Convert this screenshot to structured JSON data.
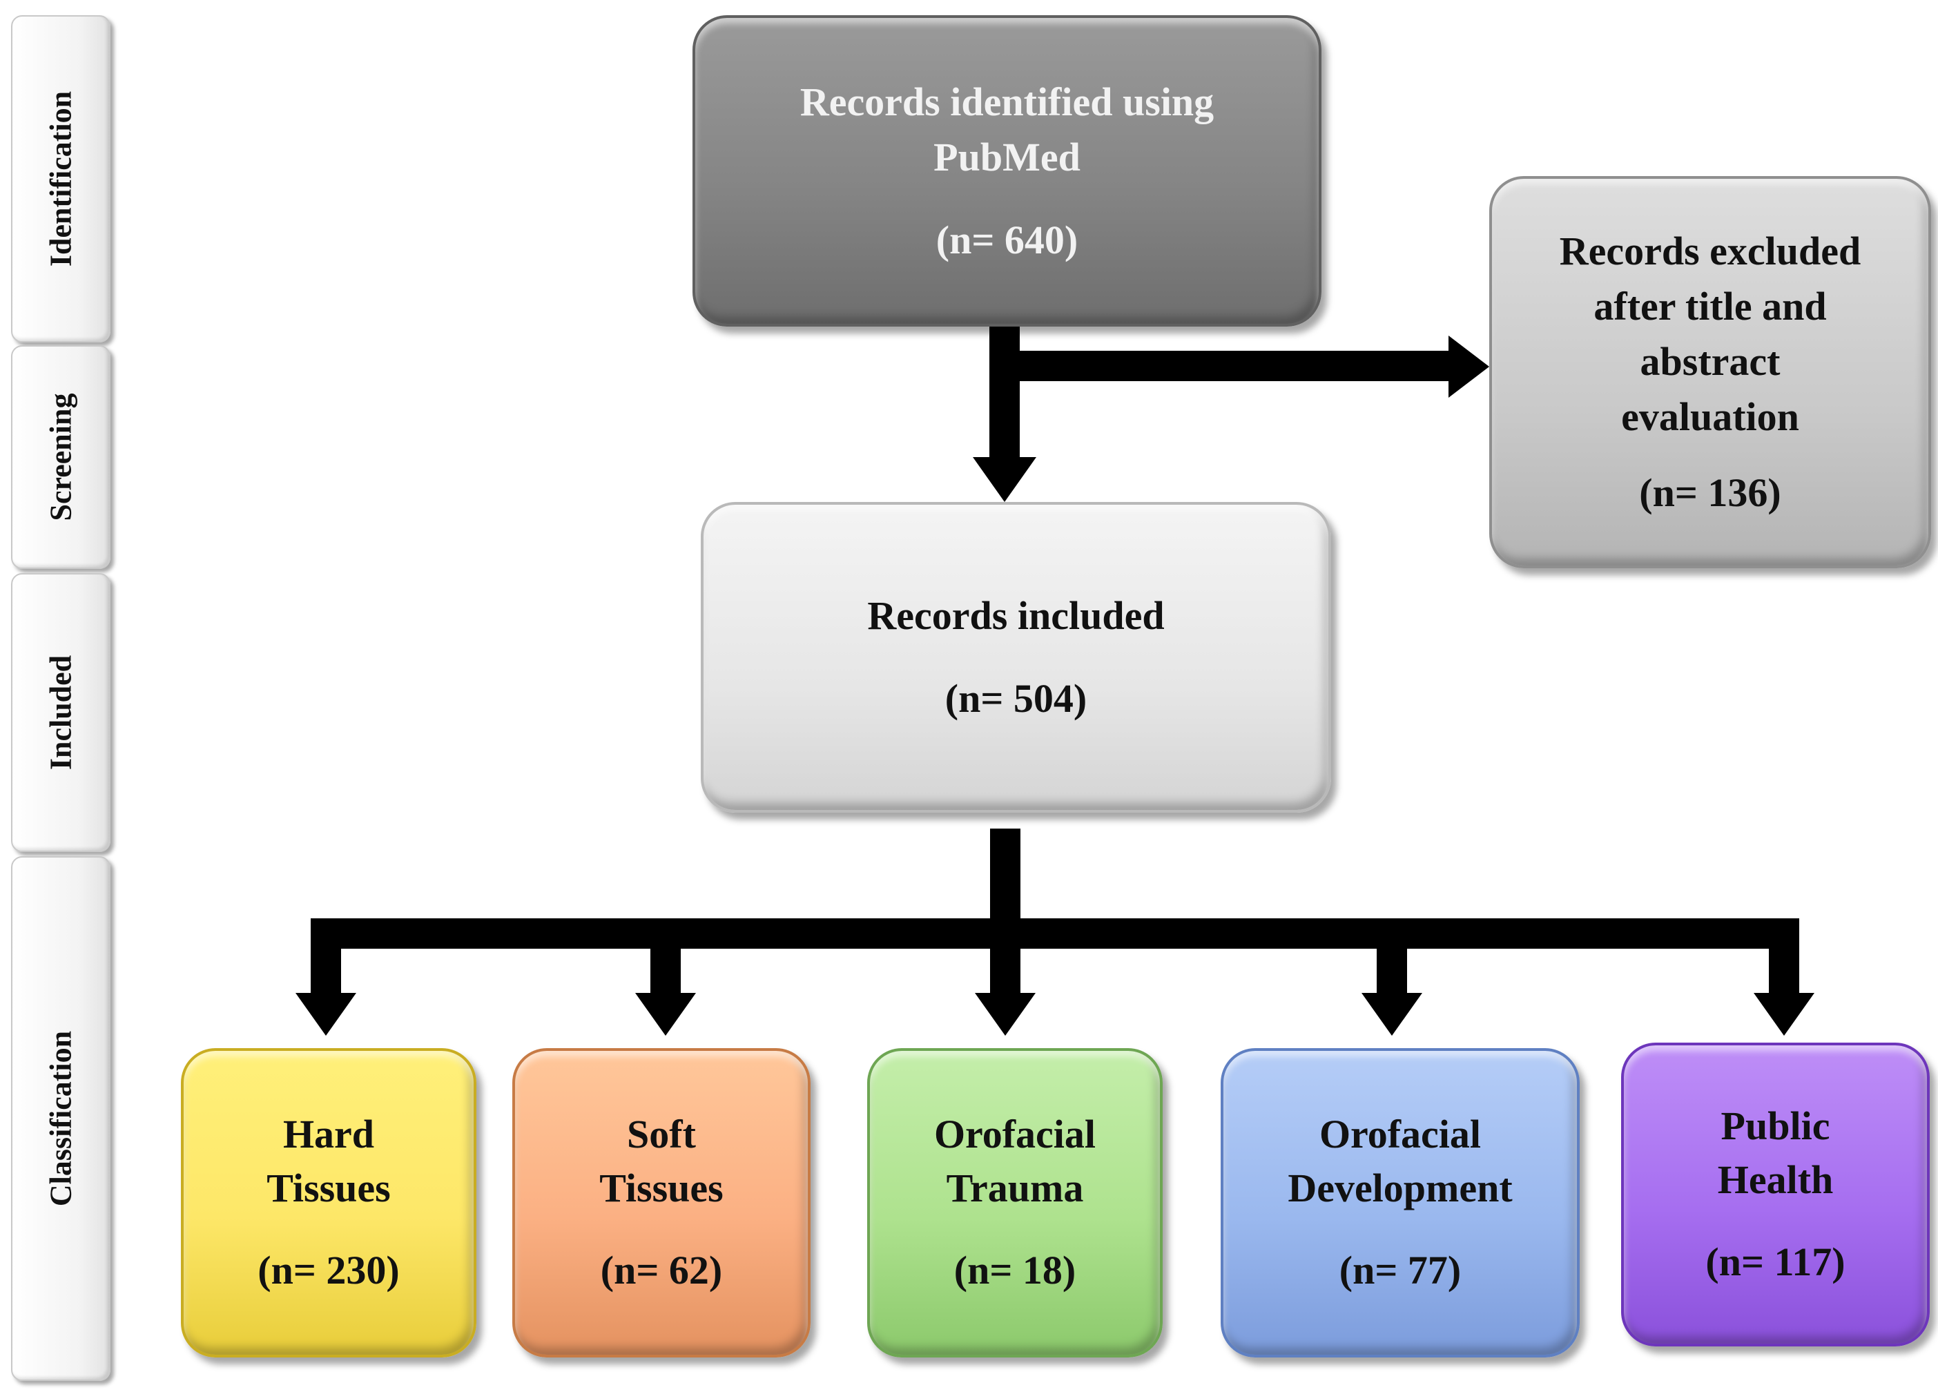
{
  "stages": {
    "identification": "Identification",
    "screening": "Screening",
    "included": "Included",
    "classification": "Classification"
  },
  "identified": {
    "title_line1": "Records identified using",
    "title_line2": "PubMed",
    "count": "(n= 640)"
  },
  "excluded": {
    "line1": "Records excluded",
    "line2": "after title and",
    "line3": "abstract",
    "line4": "evaluation",
    "count": "(n= 136)"
  },
  "included": {
    "title": "Records included",
    "count": "(n= 504)"
  },
  "categories": [
    {
      "line1": "Hard",
      "line2": "Tissues",
      "count": "(n= 230)",
      "color": "#fde768"
    },
    {
      "line1": "Soft",
      "line2": "Tissues",
      "count": "(n= 62)",
      "color": "#fbb083"
    },
    {
      "line1": "Orofacial",
      "line2": "Trauma",
      "count": "(n= 18)",
      "color": "#aee28e"
    },
    {
      "line1": "Orofacial",
      "line2": "Development",
      "count": "(n= 77)",
      "color": "#9ab8ee"
    },
    {
      "line1": "Public",
      "line2": "Health",
      "count": "(n= 117)",
      "color": "#a66ef0"
    }
  ]
}
